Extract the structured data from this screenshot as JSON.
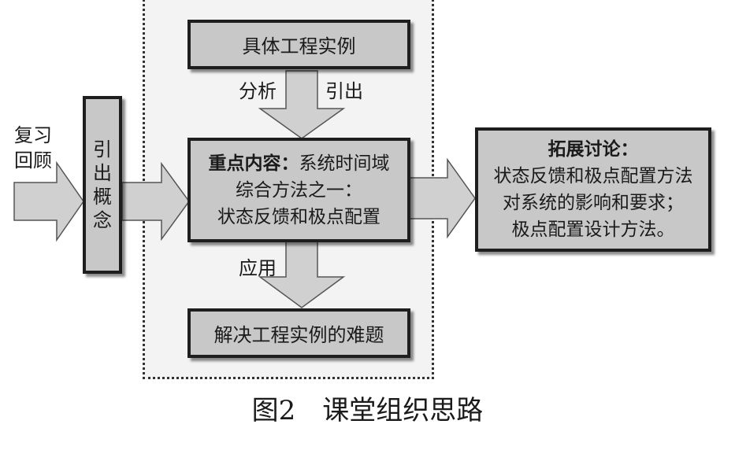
{
  "review_label": [
    "复习",
    "回顾"
  ],
  "concept_box": [
    "引",
    "出",
    "概",
    "念"
  ],
  "case_box": "具体工程实例",
  "analyze_label": "分析",
  "lead_out_label": "引出",
  "core_box": {
    "bold_part": "重点内容：",
    "line1_rest": "系统时间域",
    "line2": "综合方法之一：",
    "line3": "状态反馈和极点配置"
  },
  "apply_label": "应用",
  "solve_box": "解决工程实例的难题",
  "extension_box": {
    "title": "拓展讨论：",
    "line1": "状态反馈和极点配置方法",
    "line2": "对系统的影响和要求；",
    "line3": "极点配置设计方法。"
  },
  "caption": "图2　课堂组织思路",
  "colors": {
    "box_fill": "#c8c8c8",
    "arrow_fill": "#cfcfcf",
    "border": "#1e1e1e"
  }
}
